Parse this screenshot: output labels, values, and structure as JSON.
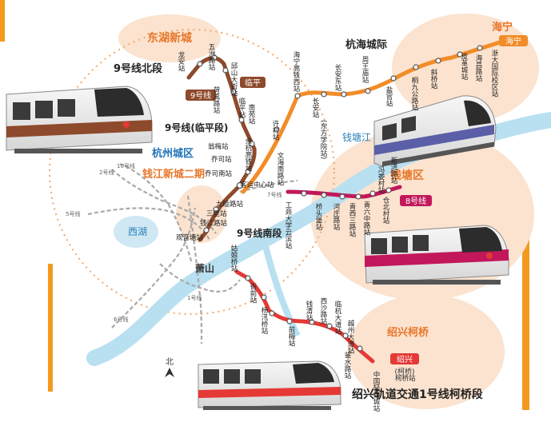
{
  "colors": {
    "orange_accent": "#f39a1e",
    "zone_fill": "#fbe3cf",
    "river": "#b8e0f0",
    "lake": "#cfe8f4",
    "line9": "#8e4a2c",
    "hangzhou_haining": "#f28c28",
    "line8": "#c2185b",
    "shaoxing_line1": "#e53935",
    "gray_lines": "#a9a9a9",
    "zone_label_orange": "#e8762a",
    "district_blue": "#1e73b8"
  },
  "regions": {
    "donghu": "东湖新城",
    "haining": "海宁",
    "hangzhou": "杭州城区",
    "qianjiang": "钱江新城二期",
    "qiantang": "钱塘区",
    "xihu": "西湖",
    "qiantangjiang": "钱塘江",
    "xiaoshan": "萧山",
    "keqiao": "绍兴柯桥"
  },
  "line_labels": {
    "line9_north": "9号线北段",
    "line9_tag": "9号线",
    "line9_linping": "9号线(临平段)",
    "line9_south": "9号线南段",
    "hanghai": "杭海城际",
    "line8": "8号线",
    "shaoxing1": "绍兴轨道交通1号线柯桥段",
    "linping_tag": "临平",
    "haining_tag": "海宁",
    "shaoxing_tag": "绍兴",
    "keqiao_sub": "(柯桥)",
    "gray_2": "2号线",
    "gray_10": "10号线",
    "gray_5": "5号线",
    "gray_1": "1号线",
    "gray_6": "6号线",
    "gray_7": "7号线"
  },
  "north_label": "北",
  "stations": {
    "line9": [
      "龙安站",
      "五洲路站",
      "荷禹路站",
      "邱山大街站",
      "临平站",
      "南苑站",
      "翁梅站",
      "余杭高铁站",
      "乔司站",
      "乔司南站",
      "客运中心站",
      "九睦路站",
      "三堡站",
      "钱江路站",
      "观音塘站"
    ],
    "hanghai": [
      "海宁高铁西站",
      "许村站",
      "长安站",
      "长安东站",
      "(东方学院站)",
      "周王庙站",
      "盐官站",
      "桐九公路站",
      "斜桥站",
      "皮革城站",
      "海昌路站",
      "浙大国际校区站"
    ],
    "line8": [
      "文海南路站",
      "工商大学云滨站",
      "桥头堡站",
      "河庄路站",
      "青西三路站",
      "青六中路站",
      "冯娄村站",
      "新湾路站",
      "仓北村站"
    ],
    "shaoxing": [
      "姑娘桥站",
      "衙前站",
      "杨汛桥站",
      "前梅站",
      "钱清站",
      "西沙路站",
      "临杭大道站",
      "越州大道站",
      "柯桥站",
      "中国轻纺城站",
      "鉴水路站"
    ]
  }
}
